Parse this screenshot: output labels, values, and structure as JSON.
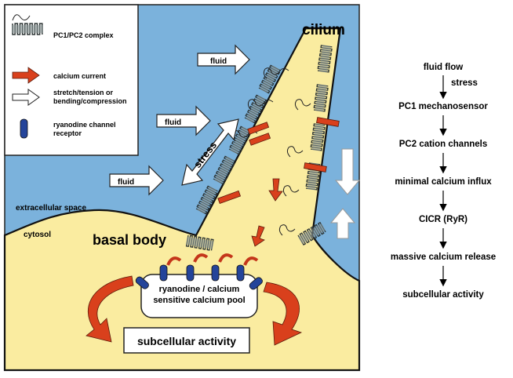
{
  "diagram": {
    "labels": {
      "cilium": "cilium",
      "fluid_top": "fluid",
      "fluid_mid": "fluid",
      "fluid_low": "fluid",
      "stress": "stress",
      "extracellular_space": "extracellular space",
      "cytosol": "cytosol",
      "basal_body": "basal body",
      "pool_line1": "ryanodine / calcium",
      "pool_line2": "sensitive calcium pool",
      "subcellular_activity": "subcellular activity"
    },
    "legend": [
      {
        "label": "PC1/PC2 complex",
        "icon": "pc1-pc2-complex-icon"
      },
      {
        "label": "calcium current",
        "icon": "red-arrow-icon"
      },
      {
        "label": "stretch/tension or",
        "label2": "bending/compression",
        "icon": "white-arrow-icon"
      },
      {
        "label": "ryanodine channel",
        "label2": "receptor",
        "icon": "blue-channel-icon"
      }
    ],
    "colors": {
      "extracellular": "#7bb2dc",
      "cytosol": "#faeca0",
      "calcium": "#d9401c",
      "channel": "#24449a",
      "complex": "#6f7f7f"
    }
  },
  "flow": {
    "steps": [
      "fluid flow",
      "PC1 mechanosensor",
      "PC2 cation channels",
      "minimal calcium influx",
      "CICR (RyR)",
      "massive calcium release",
      "subcellular activity"
    ],
    "stress_label": "stress"
  }
}
